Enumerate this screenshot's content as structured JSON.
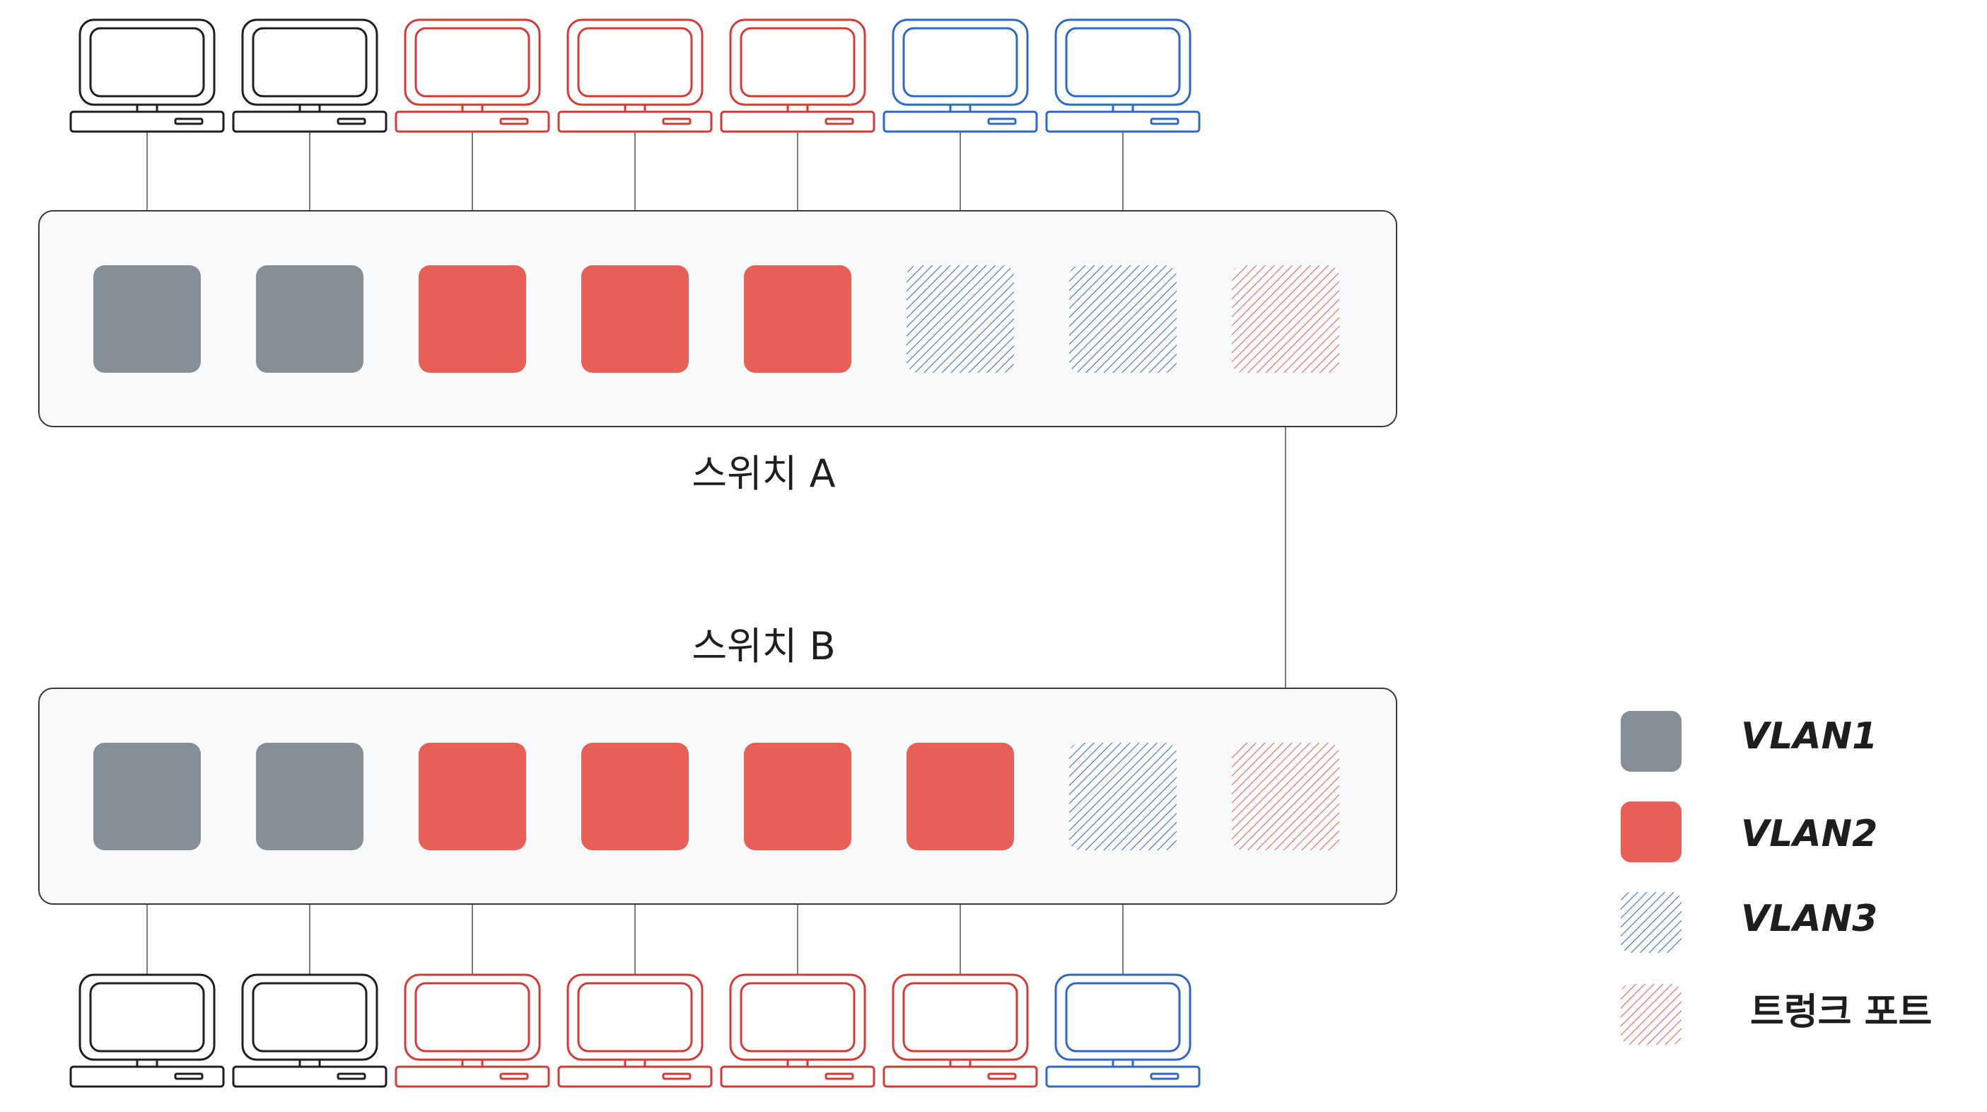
{
  "colors": {
    "vlan1": "#868e96",
    "vlan2": "#e85f58",
    "vlan3_hatch": "#3b6fc9",
    "trunk_hatch": "#e85f58",
    "pc_black": "#1e1e1e",
    "pc_red": "#d63a34",
    "pc_blue": "#2f69c7",
    "switch_fill": "#f8f9fa",
    "switch_stroke": "#3a3a3a",
    "wire": "#7a7a7a"
  },
  "switch_a": {
    "label": "스위치 A",
    "ports": [
      "vlan1",
      "vlan1",
      "vlan2",
      "vlan2",
      "vlan2",
      "vlan3",
      "vlan3",
      "trunk"
    ],
    "pcs": [
      "black",
      "black",
      "red",
      "red",
      "red",
      "blue",
      "blue"
    ]
  },
  "switch_b": {
    "label": "스위치 B",
    "ports": [
      "vlan1",
      "vlan1",
      "vlan2",
      "vlan2",
      "vlan2",
      "vlan2",
      "vlan3",
      "trunk"
    ],
    "pcs": [
      "black",
      "black",
      "red",
      "red",
      "red",
      "red",
      "blue"
    ]
  },
  "legend": [
    {
      "kind": "vlan1",
      "label": "VLAN1"
    },
    {
      "kind": "vlan2",
      "label": "VLAN2"
    },
    {
      "kind": "vlan3",
      "label": "VLAN3"
    },
    {
      "kind": "trunk",
      "label": "트렁크 포트"
    }
  ]
}
